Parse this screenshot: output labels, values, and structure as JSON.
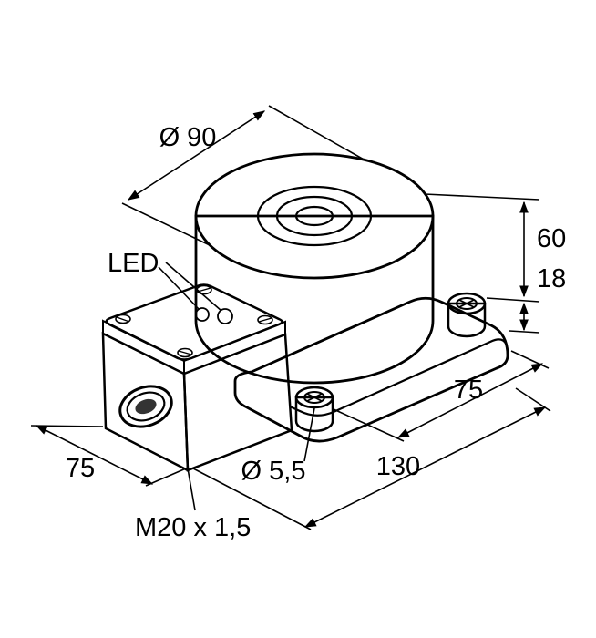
{
  "labels": {
    "led": "LED",
    "top_diameter": "Ø 90",
    "height_upper": "60",
    "height_lower": "18",
    "length_inner": "75",
    "length_overall": "130",
    "width_box": "75",
    "hole_diameter": "Ø 5,5",
    "cable_gland": "M20 x 1,5"
  },
  "colors": {
    "housing_yellow": "#FFD500",
    "lid_gray": "#D7D7D7",
    "lid_edge_light": "#F2F2F2",
    "lid_edge_shade": "#E4E4E4",
    "screw_gray": "#C9C9C9",
    "led_dark": "#4F4F4F",
    "led_yellow": "#FFB900",
    "gland_dark": "#333333",
    "line_black": "#000000",
    "background": "#FFFFFF"
  }
}
